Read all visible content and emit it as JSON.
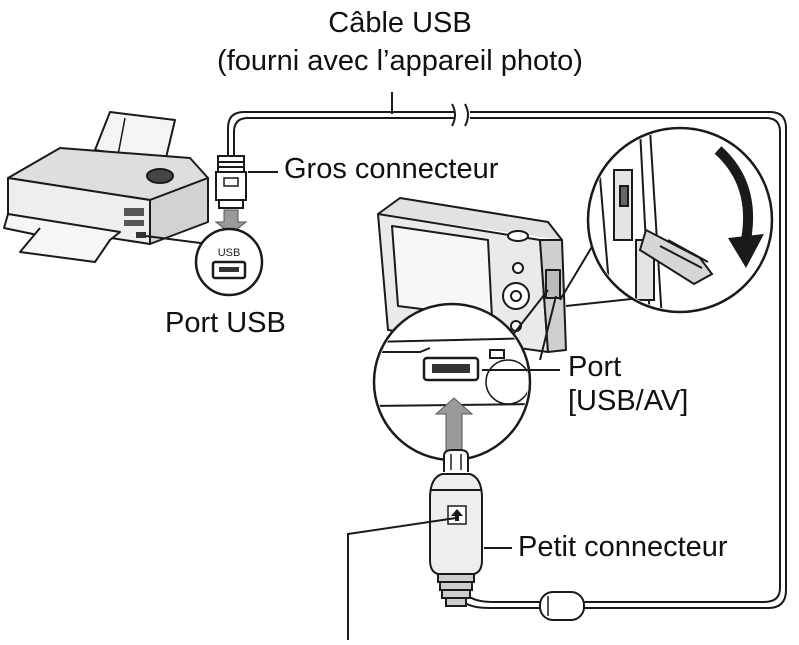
{
  "labels": {
    "cable_line1": "Câble USB",
    "cable_line2": "(fourni avec l’appareil photo)",
    "large_connector": "Gros connecteur",
    "usb_port": "Port USB",
    "camera_port_line1": "Port",
    "camera_port_line2": "[USB/AV]",
    "small_connector": "Petit connecteur",
    "usb_marking": "USB"
  },
  "colors": {
    "ink": "#1a1a1a",
    "arrow_fill": "#9a9a9a",
    "body_fill": "#e6e6e6",
    "cable": "#b5b5b5"
  }
}
